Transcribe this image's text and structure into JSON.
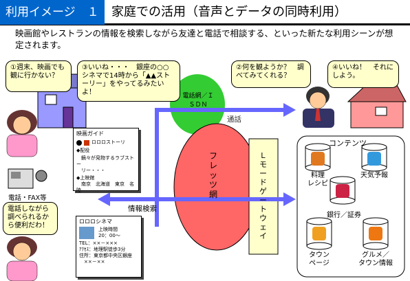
{
  "header": {
    "tag": "利用イメージ　１",
    "title": "家庭での活用（音声とデータの同時利用）"
  },
  "intro": "映画館やレストランの情報を検索しながら友達と電話で相談する、といった新たな利用シーンが想定されます。",
  "bubbles": {
    "b1": "①週末、映画でも観に行かない？",
    "b3": "③いいね・・・　銀座の○○シネマで14時から「▲▲ストーリー」をやってるみたいよ！",
    "b2": "②何を観ようか？　調べてみてくれる？",
    "b4": "④いいね！　それにしよう。",
    "b5": "電話しながら調べられるから便利だわ！"
  },
  "labels": {
    "net_phone": "電話網／ＩＳＤＮ",
    "call": "通話",
    "flets": "フレッツ網",
    "gateway": "Ｌモードゲートウェイ",
    "search": "情報検索",
    "device": "電話・FAX等",
    "contents": "コンテンツ"
  },
  "doc1": {
    "title": "映画ガイド",
    "sub": "ロロロストーリ",
    "l1": "◆配役",
    "l2": "　鏡々が見物するラブストー",
    "l3": "　リー・・・",
    "l4": "◆上映館",
    "l5": "　南京　北海道　東京　名陸"
  },
  "doc2": {
    "title": "ロロロシネマ",
    "l1": "上映時間",
    "l2": "20：00～",
    "l3": "TEL：××－×××",
    "l4": "ｱｸｾｽ：地理駅徒歩3分",
    "l5": "住所：東京都中央区銀座",
    "l6": "　××－××"
  },
  "contents": [
    {
      "label": "料理\nレシピ",
      "icon": "cooking-icon",
      "color": "#e07820"
    },
    {
      "label": "天気予報",
      "icon": "weather-icon",
      "color": "#3399dd"
    },
    {
      "label": "銀行／証券",
      "icon": "bank-icon",
      "color": "#cc2244"
    },
    {
      "label": "タウン\nページ",
      "icon": "townpage-icon",
      "color": "#f0a020"
    },
    {
      "label": "グルメ／\nタウン情報",
      "icon": "gourmet-icon",
      "color": "#ee7711"
    }
  ],
  "colors": {
    "accent": "#0066cc",
    "arrow": "#6666ff",
    "ellipse_green": "#33cc33",
    "ellipse_red": "#ff6666",
    "gateway": "#ffffcc",
    "bubble": "#ffffcc"
  }
}
